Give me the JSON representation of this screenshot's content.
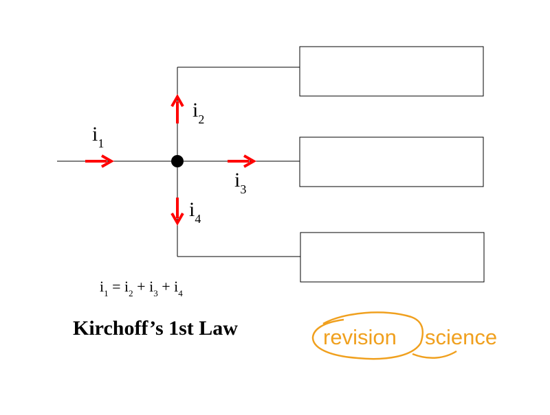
{
  "diagram": {
    "currents": [
      {
        "symbol": "i",
        "sub": "1"
      },
      {
        "symbol": "i",
        "sub": "2"
      },
      {
        "symbol": "i",
        "sub": "3"
      },
      {
        "symbol": "i",
        "sub": "4"
      }
    ],
    "equation": {
      "terms": [
        {
          "symbol": "i",
          "sub": "1"
        },
        {
          "symbol": "i",
          "sub": "2"
        },
        {
          "symbol": "i",
          "sub": "3"
        },
        {
          "symbol": "i",
          "sub": "4"
        }
      ],
      "equals": "=",
      "plus": "+"
    },
    "title": "Kirchoff’s 1st Law",
    "colors": {
      "wire": "#000000",
      "arrow": "#ff0000",
      "logo": "#f0a01e"
    }
  },
  "logo": {
    "word1": "revision",
    "word2": "science"
  }
}
